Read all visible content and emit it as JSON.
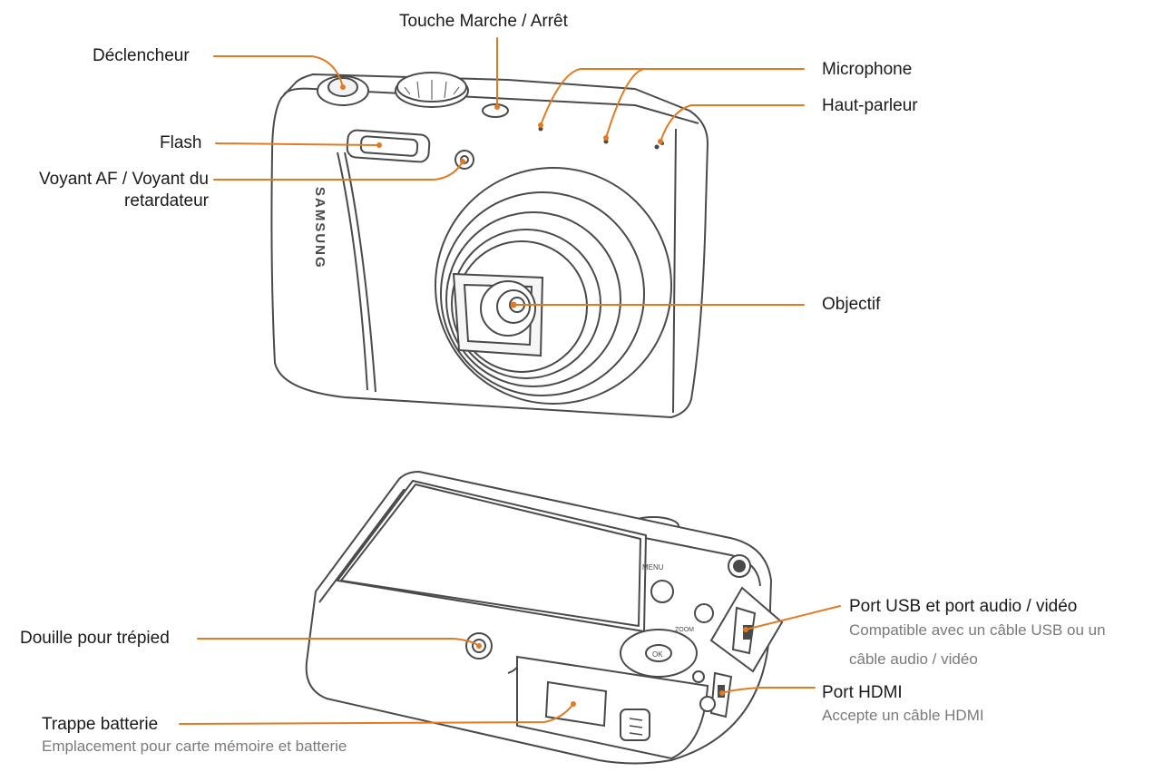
{
  "brand": "SAMSUNG",
  "button_text": {
    "menu": "MENU",
    "zoom": "ZOOM",
    "ok": "OK"
  },
  "colors": {
    "callout": "#e07b24",
    "outline": "#4a4a4a",
    "label": "#1a1a1a",
    "sublabel": "#7a7a7a"
  },
  "front_labels": {
    "power": "Touche Marche / Arrêt",
    "shutter": "Déclencheur",
    "microphone": "Microphone",
    "speaker": "Haut-parleur",
    "flash": "Flash",
    "af_line1": "Voyant AF / Voyant du",
    "af_line2": "retardateur",
    "lens": "Objectif"
  },
  "bottom_labels": {
    "usb": "Port USB et port audio / vidéo",
    "usb_desc1": "Compatible avec un câble USB ou un",
    "usb_desc2": "câble audio / vidéo",
    "hdmi": "Port HDMI",
    "hdmi_desc": "Accepte un câble HDMI",
    "tripod": "Douille pour trépied",
    "battery": "Trappe batterie",
    "battery_desc": "Emplacement pour carte mémoire et batterie"
  }
}
